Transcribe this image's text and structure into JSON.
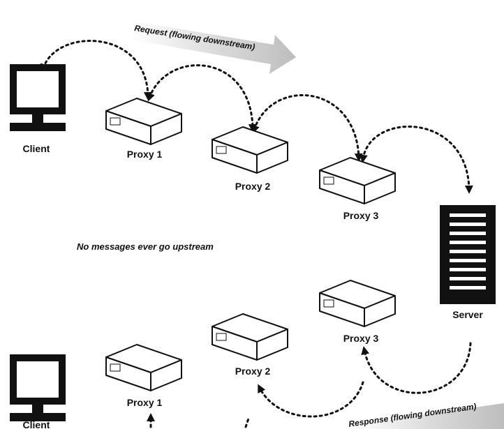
{
  "top": {
    "flow_label": "Request (flowing downstream)",
    "client_label": "Client",
    "proxies": [
      "Proxy 1",
      "Proxy 2",
      "Proxy 3"
    ],
    "server_label": "Server"
  },
  "note": "No messages ever go upstream",
  "bottom": {
    "flow_label": "Response (flowing downstream)",
    "client_label": "Client",
    "proxies": [
      "Proxy 1",
      "Proxy 2",
      "Proxy 3"
    ]
  }
}
